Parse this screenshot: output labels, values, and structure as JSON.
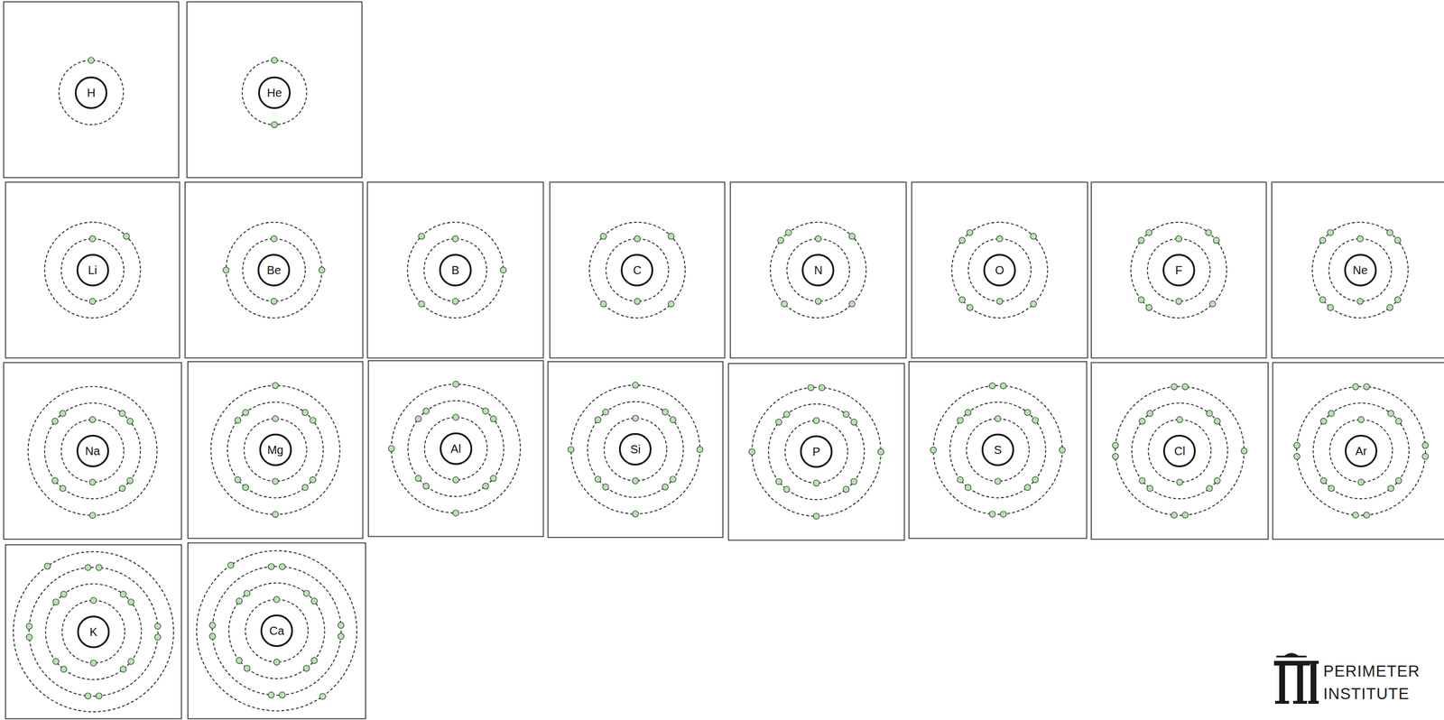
{
  "diagram": {
    "nodes": [
      {
        "text": [
          "H"
        ]
      },
      {
        "text": [
          "He"
        ]
      },
      {
        "text": [
          "Li"
        ]
      },
      {
        "text": [
          "Be"
        ]
      },
      {
        "text": [
          "B"
        ]
      },
      {
        "text": [
          "C"
        ]
      },
      {
        "text": [
          "N"
        ]
      },
      {
        "text": [
          "O"
        ]
      },
      {
        "text": [
          "F"
        ]
      },
      {
        "text": [
          "Ne"
        ]
      },
      {
        "text": [
          "Na"
        ]
      },
      {
        "text": [
          "Mg"
        ]
      },
      {
        "text": [
          "Al"
        ]
      },
      {
        "text": [
          "Si"
        ]
      },
      {
        "text": [
          "P"
        ]
      },
      {
        "text": [
          "S"
        ]
      },
      {
        "text": [
          "Cl"
        ]
      },
      {
        "text": [
          "Ar"
        ]
      },
      {
        "text": [
          "K"
        ]
      },
      {
        "text": [
          "Ca"
        ]
      }
    ],
    "labels": [
      "PERIMETER",
      "INSTITUTE"
    ]
  }
}
